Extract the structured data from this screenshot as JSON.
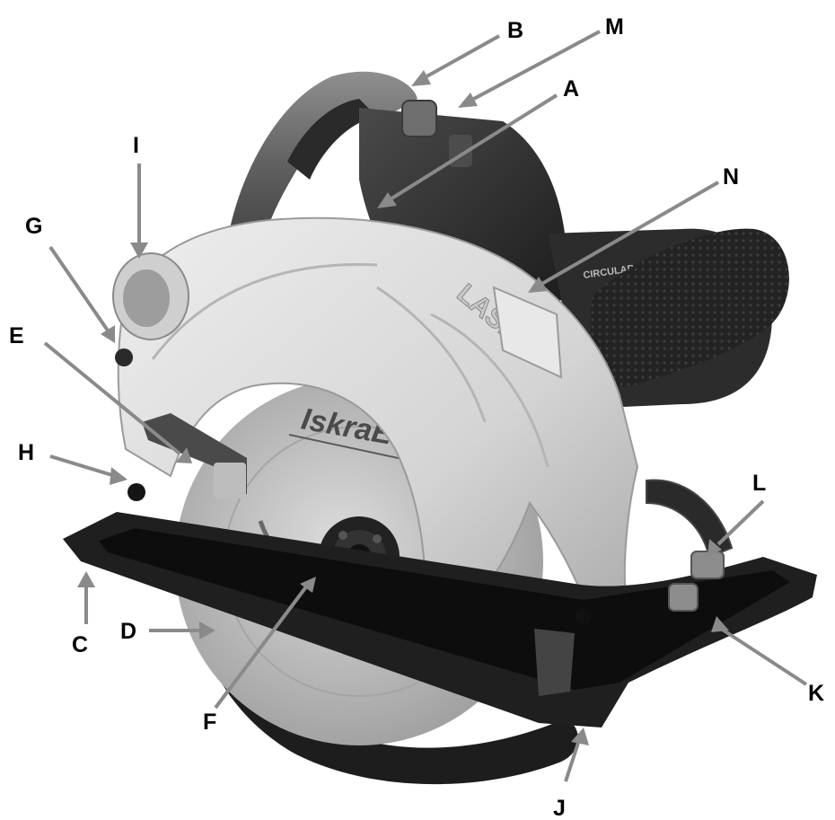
{
  "product": {
    "brand_logo": "IskraERO",
    "guard_marking": "LASER"
  },
  "callouts": [
    {
      "id": "A",
      "label": "A"
    },
    {
      "id": "B",
      "label": "B"
    },
    {
      "id": "C",
      "label": "C"
    },
    {
      "id": "D",
      "label": "D"
    },
    {
      "id": "E",
      "label": "E"
    },
    {
      "id": "F",
      "label": "F"
    },
    {
      "id": "G",
      "label": "G"
    },
    {
      "id": "H",
      "label": "H"
    },
    {
      "id": "I",
      "label": "I"
    },
    {
      "id": "J",
      "label": "J"
    },
    {
      "id": "K",
      "label": "K"
    },
    {
      "id": "L",
      "label": "L"
    },
    {
      "id": "M",
      "label": "M"
    },
    {
      "id": "N",
      "label": "N"
    }
  ],
  "colors": {
    "guard": "#d9d9d9",
    "body": "#2b2b2b",
    "base": "#1f1f1f",
    "blade": "#bdbdbd",
    "leader": "#8a8a8a"
  }
}
